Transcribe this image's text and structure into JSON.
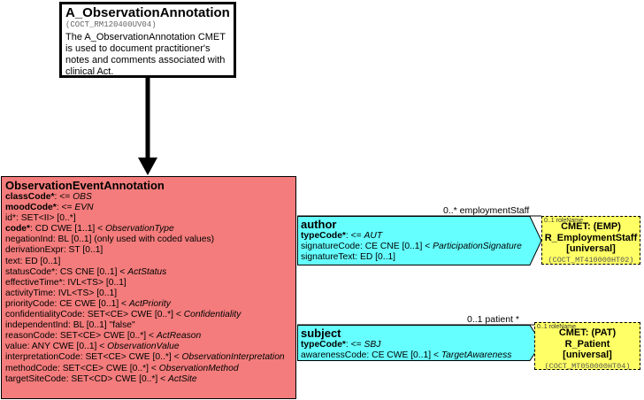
{
  "entry": {
    "title": "A_ObservationAnnotation",
    "code": "(COCT_RM120400UV04)",
    "description": "The A_ObservationAnnotation CMET is used to document practitioner's notes and comments associated with clinical Act."
  },
  "main": {
    "title": "ObservationEventAnnotation",
    "attributes": [
      {
        "name": "classCode*",
        "bold": true,
        "rest": ": <= ",
        "italic": "OBS"
      },
      {
        "name": "moodCode*",
        "bold": true,
        "rest": ": <= ",
        "italic": "EVN"
      },
      {
        "name": "id*",
        "bold": false,
        "rest": ": SET<II> [0..*]",
        "italic": ""
      },
      {
        "name": "code*",
        "bold": true,
        "rest": ": CD CWE [1..1] < ",
        "italic": "ObservationType"
      },
      {
        "name": "negationInd",
        "bold": false,
        "rest": ": BL [0..1] (only used with coded values)",
        "italic": ""
      },
      {
        "name": "derivationExpr",
        "bold": false,
        "rest": ": ST [0..1]",
        "italic": ""
      },
      {
        "name": "text",
        "bold": false,
        "rest": ": ED [0..1]",
        "italic": ""
      },
      {
        "name": "statusCode*",
        "bold": false,
        "rest": ": CS CNE [0..1] < ",
        "italic": "ActStatus"
      },
      {
        "name": "effectiveTime*",
        "bold": false,
        "rest": ": IVL<TS> [0..1]",
        "italic": ""
      },
      {
        "name": "activityTime",
        "bold": false,
        "rest": ": IVL<TS> [0..1]",
        "italic": ""
      },
      {
        "name": "priorityCode",
        "bold": false,
        "rest": ": CE CWE [0..1] < ",
        "italic": "ActPriority"
      },
      {
        "name": "confidentialityCode",
        "bold": false,
        "rest": ": SET<CE> CWE [0..*] < ",
        "italic": "Confidentiality"
      },
      {
        "name": "independentInd",
        "bold": false,
        "rest": ": BL [0..1] \"false\"",
        "italic": ""
      },
      {
        "name": "reasonCode",
        "bold": false,
        "rest": ": SET<CE> CWE [0..*] < ",
        "italic": "ActReason"
      },
      {
        "name": "value",
        "bold": false,
        "rest": ": ANY CWE [0..1] < ",
        "italic": "ObservationValue"
      },
      {
        "name": "interpretationCode",
        "bold": false,
        "rest": ": SET<CE> CWE [0..*] < ",
        "italic": "ObservationInterpretation"
      },
      {
        "name": "methodCode",
        "bold": false,
        "rest": ": SET<CE> CWE [0..*] < ",
        "italic": "ObservationMethod"
      },
      {
        "name": "targetSiteCode",
        "bold": false,
        "rest": ": SET<CD> CWE [0..*] < ",
        "italic": "ActSite"
      }
    ]
  },
  "participations": [
    {
      "title": "author",
      "cardinality_label": "0..* employmentStaff",
      "lines": [
        {
          "name": "typeCode*",
          "bold": true,
          "rest": ": <= ",
          "italic": "AUT"
        },
        {
          "name": "signatureCode",
          "bold": false,
          "rest": ": CE CNE [0..1] < ",
          "italic": "ParticipationSignature"
        },
        {
          "name": "signatureText",
          "bold": false,
          "rest": ": ED [0..1]",
          "italic": ""
        }
      ]
    },
    {
      "title": "subject",
      "cardinality_label": "0..1 patient  *",
      "lines": [
        {
          "name": "typeCode*",
          "bold": true,
          "rest": ": <= ",
          "italic": "SBJ"
        },
        {
          "name": "awarenessCode",
          "bold": false,
          "rest": ": CE CWE [0..1] < ",
          "italic": "TargetAwareness"
        }
      ]
    }
  ],
  "cmets": [
    {
      "role_tiny": "0..1 roleName",
      "line1": "CMET: (EMP)",
      "line2": "R_EmploymentStaff",
      "line3": "[universal]",
      "code": "(COCT_MT410000HT02)"
    },
    {
      "role_tiny": "0..1 roleName",
      "line1": "CMET: (PAT)",
      "line2": "R_Patient",
      "line3": "[universal]",
      "code": "(COCT_MT050000HT04)"
    }
  ],
  "colors": {
    "main_fill": "#f47c7c",
    "participation_fill": "#66ffff",
    "cmet_fill": "#ffff66"
  }
}
